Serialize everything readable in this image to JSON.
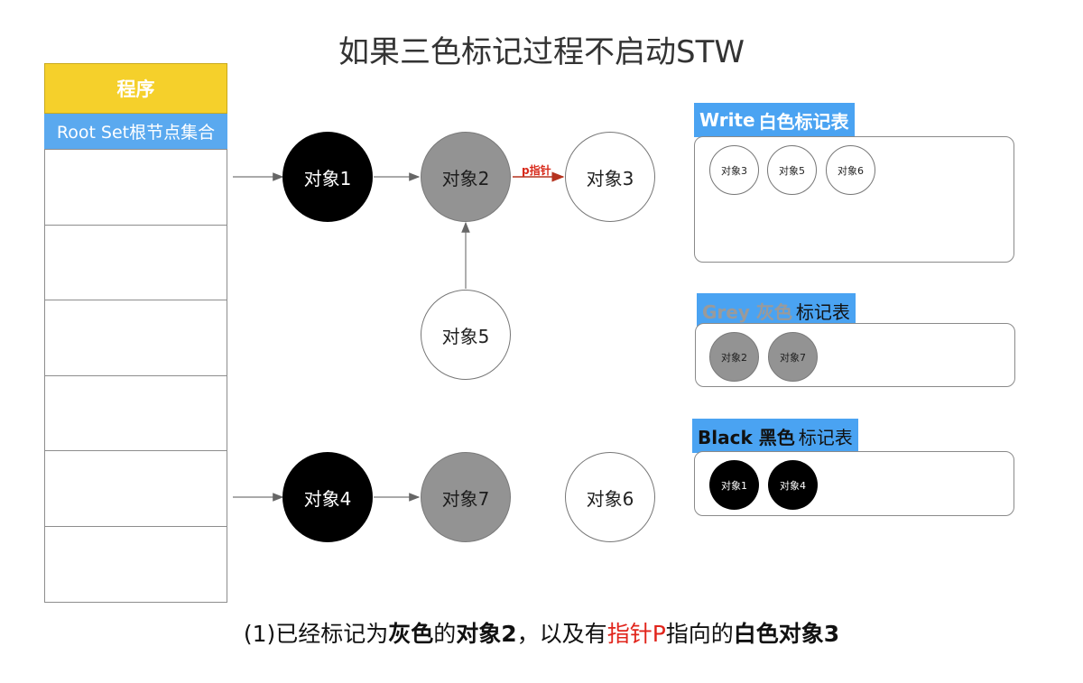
{
  "title": "如果三色标记过程不启动STW",
  "program": {
    "header": "程序",
    "root_set": "Root Set根节点集合",
    "rows": 6
  },
  "objects": {
    "obj1": "对象1",
    "obj2": "对象2",
    "obj3": "对象3",
    "obj4": "对象4",
    "obj5": "对象5",
    "obj6": "对象6",
    "obj7": "对象7"
  },
  "pointer_label": "p指针",
  "tables": {
    "white": {
      "tag": "Write",
      "rest": " 白色标记表",
      "items": [
        "对象3",
        "对象5",
        "对象6"
      ]
    },
    "grey": {
      "tag": "Grey 灰色",
      "rest": "标记表",
      "items": [
        "对象2",
        "对象7"
      ]
    },
    "black": {
      "tag": "Black 黑色",
      "rest": "标记表",
      "items": [
        "对象1",
        "对象4"
      ]
    }
  },
  "colors": {
    "tab_blue": "#4aa3f2",
    "program_yellow": "#f5d02b",
    "grey_obj": "#939393",
    "pointer_red": "#d82a1b"
  },
  "caption": {
    "p1": "(1)已经标记为",
    "p2": "灰色",
    "p3": "的",
    "p4": "对象2",
    "p5": "，以及有",
    "p6": "指针P",
    "p7": "指向的",
    "p8": "白色对象3"
  }
}
